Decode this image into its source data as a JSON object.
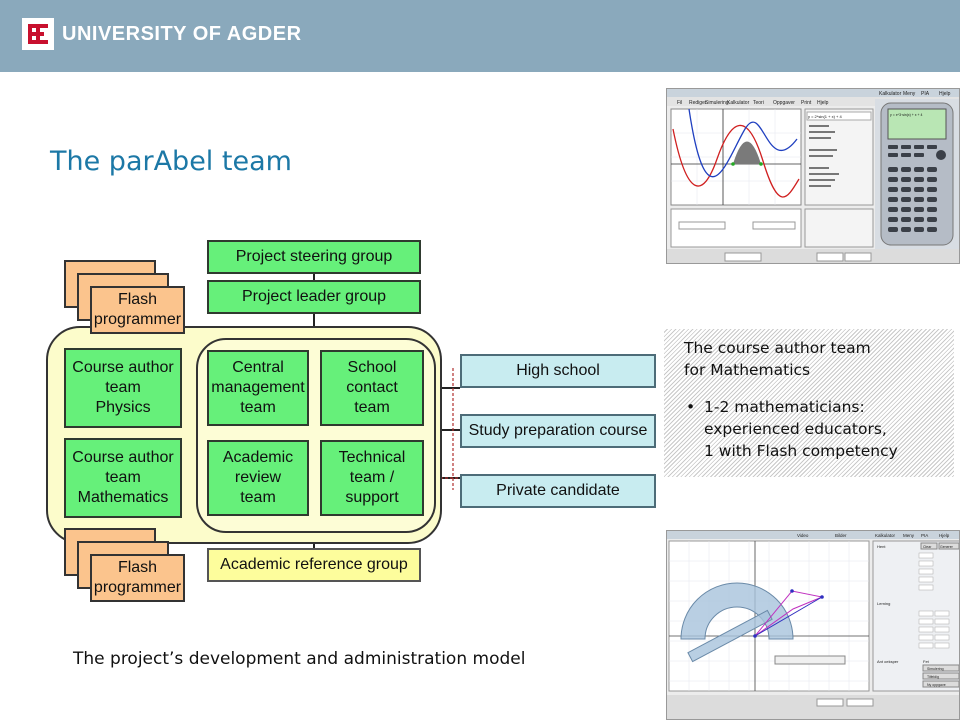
{
  "header": {
    "brand": "UNIVERSITY OF AGDER"
  },
  "slide": {
    "title": "The parAbel team",
    "caption": "The project’s development and administration model"
  },
  "diagram": {
    "steering": "Project steering  group",
    "leader": "Project leader  group",
    "flash_top_l1": "Flash",
    "flash_top_l2": "programmer",
    "physics_l1": "Course author",
    "physics_l2": "team",
    "physics_l3": "Physics",
    "math_l1": "Course author",
    "math_l2": "team",
    "math_l3": "Mathematics",
    "central_l1": "Central",
    "central_l2": "management",
    "central_l3": "team",
    "school_l1": "School",
    "school_l2": "contact",
    "school_l3": "team",
    "academic_l1": "Academic",
    "academic_l2": "review",
    "academic_l3": "team",
    "technical_l1": "Technical",
    "technical_l2": "team /",
    "technical_l3": "support",
    "flash_bot_l1": "Flash",
    "flash_bot_l2": "programmer",
    "reference": "Academic reference group",
    "high_school": "High school",
    "study_prep": "Study preparation course",
    "private": "Private candidate"
  },
  "panel": {
    "heading_l1": "The course author team",
    "heading_l2": "for Mathematics",
    "bullet_l1": "1-2 mathematicians:",
    "bullet_l2": "experienced educators,",
    "bullet_l3": "1 with Flash competency"
  },
  "screenshot_top": {
    "menu": [
      "Fil",
      "Rediger",
      "Simulering",
      "Kalkulator",
      "Teori",
      "Oppgaver",
      "Print",
      "Hjelp"
    ],
    "tabs": [
      "Kalkulator",
      "Meny",
      "PIA",
      "Hjelp"
    ],
    "equation": "y = 2*sin(1 + x) + 4",
    "screen_text": "y = x^3·sin(x) + x + 4"
  },
  "screenshot_bottom": {
    "tabs": [
      "Video",
      "Bilder",
      "Kalkulator",
      "Meny",
      "PIA",
      "Hjelp"
    ],
    "side_labels": [
      "Hent",
      "Lerning",
      "Ant oeksper",
      "Fet"
    ],
    "buttons": [
      "Clear",
      "Generer",
      "Simulering",
      "Tilfeldig",
      "Ny oppgave"
    ]
  },
  "colors": {
    "header": "#8aa9bc",
    "title": "#1c78a6",
    "green_box": "#66f07a",
    "cyan_box": "#c8ecf0",
    "yellow_box": "#fdfd9c",
    "orange_box": "#fbc48d",
    "container": "#fcfccb"
  }
}
